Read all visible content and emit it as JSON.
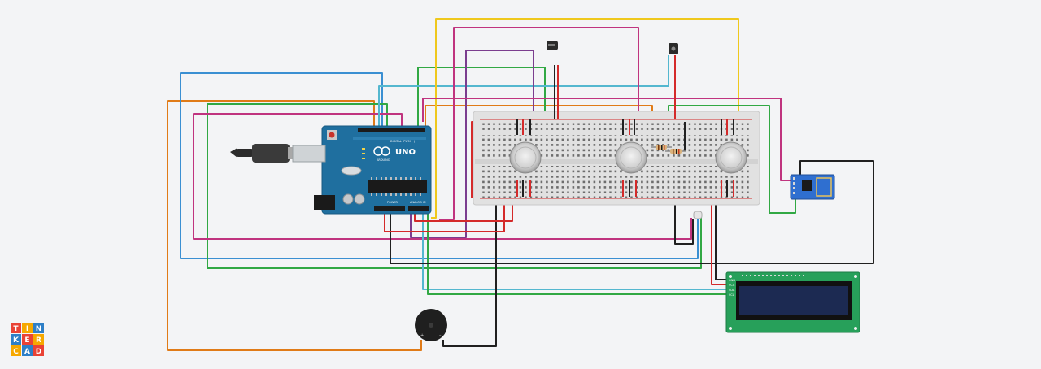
{
  "logo": {
    "letters": [
      "T",
      "I",
      "N",
      "K",
      "E",
      "R",
      "C",
      "A",
      "D"
    ]
  },
  "arduino": {
    "model_label": "UNO",
    "brand_label": "ARDUINO",
    "header_digital": "DIGITAL (PWM ~)",
    "header_power": "POWER",
    "header_analog": "ANALOG IN"
  },
  "lcd": {
    "pin_labels": [
      "GND",
      "VCC",
      "SDA",
      "SCL"
    ]
  },
  "colors": {
    "wire_red": "#d42a2a",
    "wire_black": "#202020",
    "wire_orange": "#e07b18",
    "wire_yellow": "#efc81d",
    "wire_green": "#31a844",
    "wire_cyan": "#54b7cf",
    "wire_blue": "#3a8fd2",
    "wire_magenta": "#c0347f",
    "wire_purple": "#7b3d8f",
    "arduino_blue": "#1f6f9f",
    "lcd_green": "#27a05a",
    "lcd_screen": "#1c2a52",
    "esp_blue": "#2f6fd0"
  }
}
